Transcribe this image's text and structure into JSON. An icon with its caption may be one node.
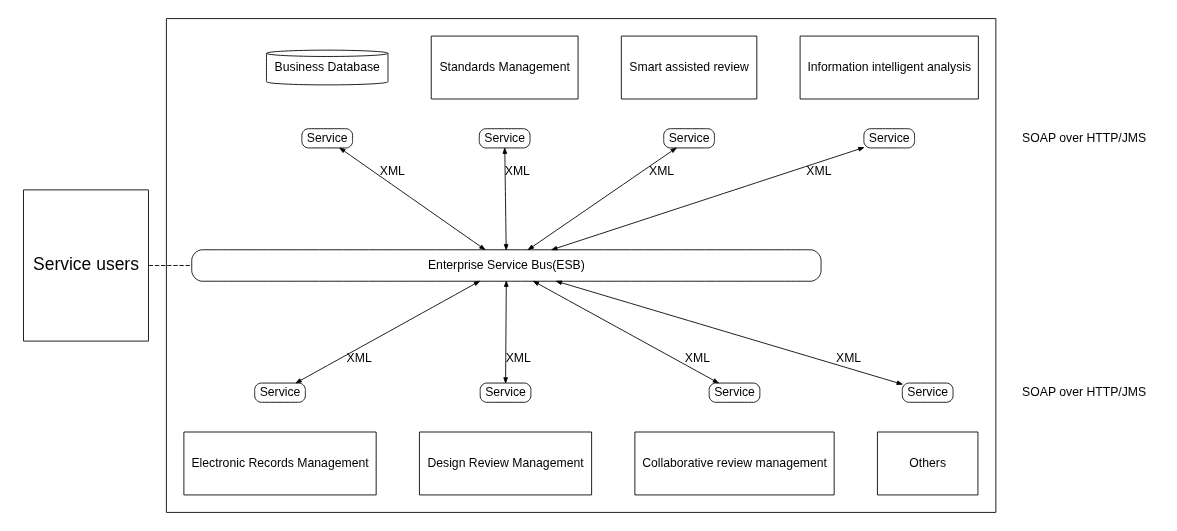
{
  "diagram": {
    "nodes": [
      {
        "text": [],
        "shape": "box"
      },
      {
        "text": [
          "Service users"
        ]
      },
      {
        "text": [
          "Business Database"
        ],
        "in": 0
      },
      {
        "text": [
          "Service"
        ],
        "in": 0
      },
      {
        "text": [
          "Standards Management"
        ],
        "in": 0
      },
      {
        "text": [
          "Service"
        ],
        "in": 0
      },
      {
        "text": [
          "Smart assisted review"
        ],
        "in": 0
      },
      {
        "text": [
          "Service"
        ],
        "in": 0
      },
      {
        "text": [
          "Information intelligent analysis"
        ],
        "in": 0
      },
      {
        "text": [
          "Service"
        ],
        "in": 0
      },
      {
        "text": [
          "Enterprise Service Bus(ESB)"
        ],
        "in": 0
      },
      {
        "text": [
          "Service"
        ],
        "in": 0
      },
      {
        "text": [
          "Electronic Records Management"
        ],
        "in": 0
      },
      {
        "text": [
          "Service"
        ],
        "in": 0
      },
      {
        "text": [
          "Design Review Management"
        ],
        "in": 0
      },
      {
        "text": [
          "Service"
        ],
        "in": 0
      },
      {
        "text": [
          "Collaborative review management"
        ],
        "in": 0
      },
      {
        "text": [
          "Service"
        ],
        "in": 0
      },
      {
        "text": [
          "Others"
        ],
        "in": 0
      }
    ],
    "edges": [
      {
        "from": 1,
        "to": 10,
        "arrow": "none",
        "style": "dashed"
      },
      {
        "from": 3,
        "to": 10,
        "arrow": "both",
        "label": "XML"
      },
      {
        "from": 5,
        "to": 10,
        "arrow": "both",
        "label": "XML"
      },
      {
        "from": 7,
        "to": 10,
        "arrow": "both",
        "label": "XML"
      },
      {
        "from": 9,
        "to": 10,
        "arrow": "both",
        "label": "XML"
      },
      {
        "from": 10,
        "to": 11,
        "arrow": "both",
        "label": "XML"
      },
      {
        "from": 10,
        "to": 13,
        "arrow": "both",
        "label": "XML"
      },
      {
        "from": 10,
        "to": 15,
        "arrow": "both",
        "label": "XML"
      },
      {
        "from": 10,
        "to": 17,
        "arrow": "both",
        "label": "XML"
      }
    ],
    "labels": [
      "SOAP over HTTP/JMS",
      "SOAP over HTTP/JMS"
    ]
  }
}
